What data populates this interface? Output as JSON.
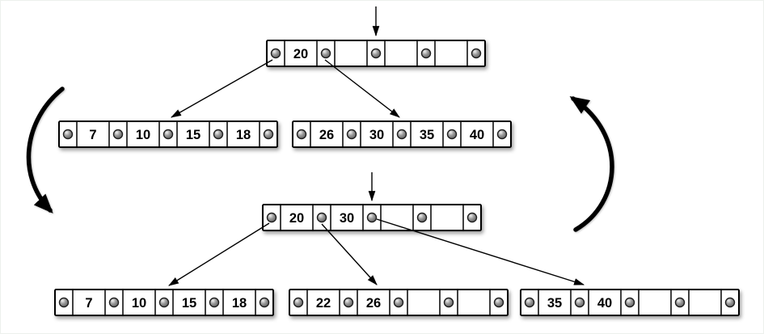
{
  "diagram": {
    "type": "btree-insert-split",
    "states": [
      {
        "id": "before",
        "root": "before-root",
        "children": [
          "before-left-child",
          "before-right-child"
        ]
      },
      {
        "id": "after",
        "root": "after-root",
        "children": [
          "after-left-child",
          "after-middle-child",
          "after-right-child"
        ]
      }
    ]
  },
  "colors": {
    "node_fill": "#ffffff",
    "node_border": "#000000",
    "pointer_dot": "#8f8f8f",
    "arrow": "#000000",
    "background": "#ffffff"
  },
  "nodes": [
    {
      "id": "before-root",
      "keys": [
        "20",
        "",
        "",
        ""
      ]
    },
    {
      "id": "before-left-child",
      "keys": [
        "7",
        "10",
        "15",
        "18"
      ]
    },
    {
      "id": "before-right-child",
      "keys": [
        "26",
        "30",
        "35",
        "40"
      ]
    },
    {
      "id": "after-root",
      "keys": [
        "20",
        "30",
        "",
        ""
      ]
    },
    {
      "id": "after-left-child",
      "keys": [
        "7",
        "10",
        "15",
        "18"
      ]
    },
    {
      "id": "after-middle-child",
      "keys": [
        "22",
        "26",
        "",
        ""
      ]
    },
    {
      "id": "after-right-child",
      "keys": [
        "35",
        "40",
        "",
        ""
      ]
    }
  ],
  "edges": [
    {
      "from": "before-root.pointer1",
      "to": "before-left-child"
    },
    {
      "from": "before-root.pointer2",
      "to": "before-right-child"
    },
    {
      "from": "after-root.pointer1",
      "to": "after-left-child"
    },
    {
      "from": "after-root.pointer2",
      "to": "after-middle-child"
    },
    {
      "from": "after-root.pointer3",
      "to": "after-right-child"
    }
  ],
  "annotations": {
    "insert_cursors": [
      {
        "id": "before",
        "points_at": "before-root.pointer3"
      },
      {
        "id": "after",
        "points_at": "after-root.pointer3"
      }
    ],
    "transition_arrows": [
      {
        "side": "left",
        "direction": "down"
      },
      {
        "side": "right",
        "direction": "up"
      }
    ]
  }
}
